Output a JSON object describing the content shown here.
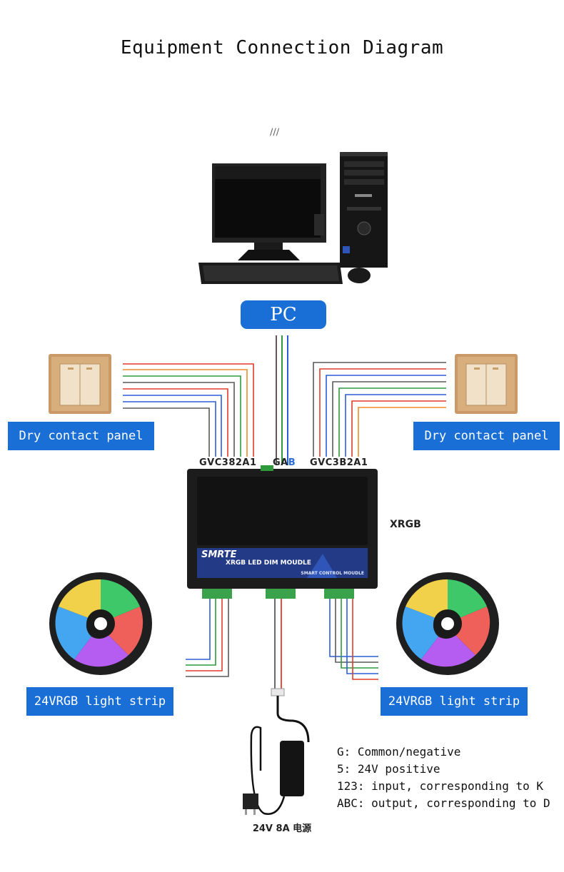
{
  "title": "Equipment Connection Diagram",
  "marks": "///",
  "pc": {
    "label": "PC"
  },
  "panel_left": {
    "label": "Dry contact panel"
  },
  "panel_right": {
    "label": "Dry contact panel"
  },
  "module": {
    "terminal_left": "GVC382A1",
    "terminal_mid_g": "G",
    "terminal_mid_a": "A",
    "terminal_mid_b": "B",
    "terminal_right": "GVC3B2A1",
    "side_label": "XRGB",
    "brand": "SMRTE",
    "name": "XRGB LED DIM MOUDLE",
    "sub": "SMART CONTROL MOUDLE"
  },
  "strip_left": {
    "label": "24VRGB light strip"
  },
  "strip_right": {
    "label": "24VRGB light strip"
  },
  "psu": {
    "label": "24V 8A 电源"
  },
  "legend": [
    "G: Common/negative",
    "5: 24V positive",
    "123: input, corresponding to K",
    "ABC: output, corresponding to D"
  ],
  "colors": {
    "accent": "#1a6fd6",
    "wire_red": "#e23b2a",
    "wire_green": "#2e9a3c",
    "wire_blue": "#2b5fd8",
    "wire_orange": "#f08a2a"
  }
}
